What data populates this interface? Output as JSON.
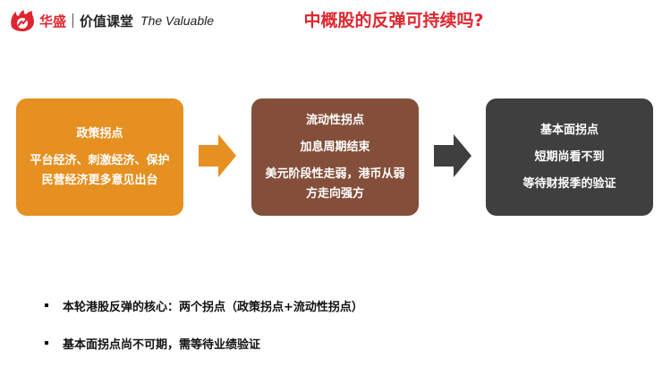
{
  "header": {
    "brand": "华盛",
    "brand2": "价值课堂",
    "tagline": "The Valuable",
    "title": "中概股的反弹可持续吗?"
  },
  "boxes": [
    {
      "title": "政策拐点",
      "lines": [
        "平台经济、刺激经济、保护民营经济更多意见出台"
      ],
      "color": "#e59020"
    },
    {
      "title": "流动性拐点",
      "lines": [
        "加息周期结束",
        "美元阶段性走弱，港币从弱方走向强方"
      ],
      "color": "#844f3a"
    },
    {
      "title": "基本面拐点",
      "lines": [
        "短期尚看不到",
        "等待财报季的验证"
      ],
      "color": "#3f3f3f"
    }
  ],
  "bullets": [
    "本轮港股反弹的核心：两个拐点（政策拐点+流动性拐点）",
    "基本面拐点尚不可期，需等待业绩验证"
  ],
  "colors": {
    "accent": "#e0262f",
    "arrow1": "#e59020",
    "arrow2": "#3f3f3f"
  }
}
